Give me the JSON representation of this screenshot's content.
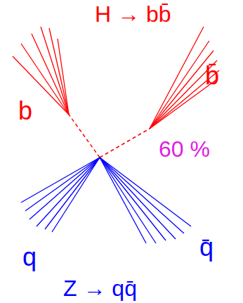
{
  "diagram": {
    "labels": [
      "H → bb̄",
      "b",
      "b̄",
      "60 %",
      "q",
      "q̄",
      "Z → qq̄"
    ]
  }
}
